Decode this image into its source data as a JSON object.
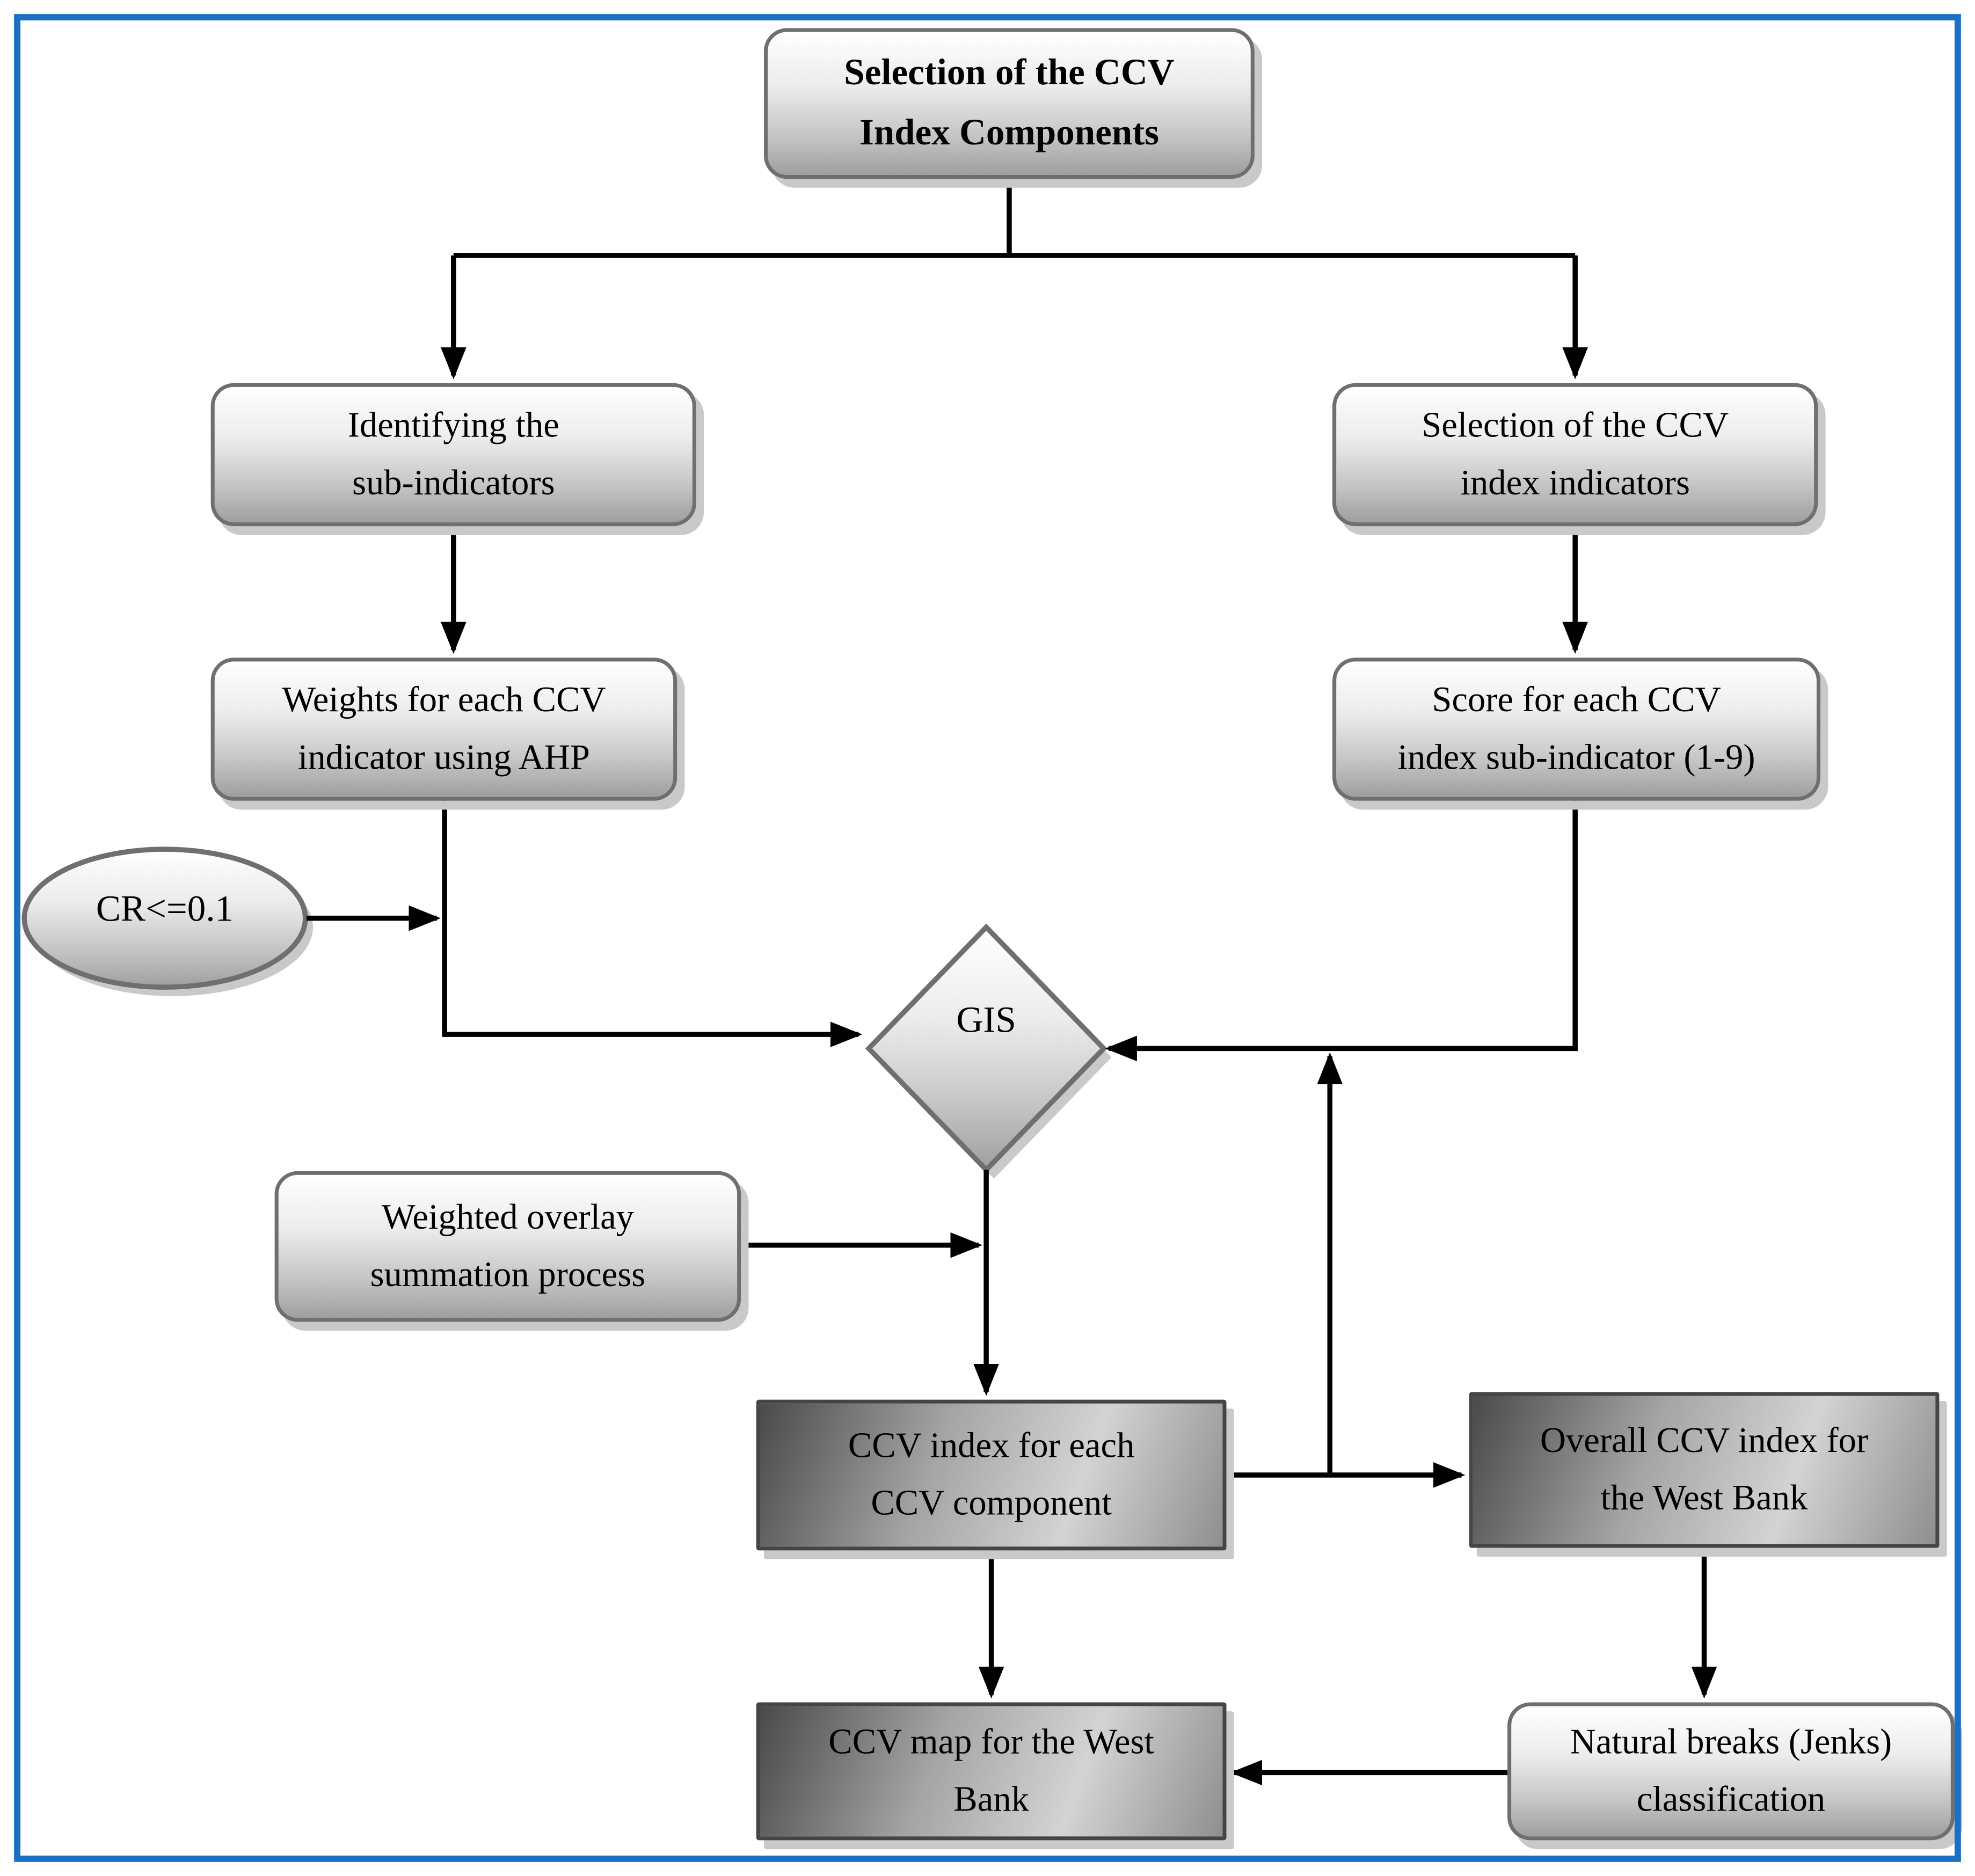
{
  "frame_color": "#1b70c4",
  "colors": {
    "connector": "#000000",
    "light_box_border": "#6f6f6f",
    "dark_box_border": "#454545",
    "light_gradient_top": "#ffffff",
    "light_gradient_bottom": "#9f9f9f",
    "dark_gradient_dark": "#4a4a4a",
    "dark_gradient_light": "#d3d3d3",
    "shadow": "#c9c9c9"
  },
  "nodes": {
    "top": {
      "line1": "Selection of the CCV",
      "line2": "Index Components"
    },
    "id_sub": {
      "line1": "Identifying the",
      "line2": "sub-indicators"
    },
    "sel_ind": {
      "line1": "Selection of the CCV",
      "line2": "index indicators"
    },
    "weights": {
      "line1": "Weights for each CCV",
      "line2": "indicator using AHP"
    },
    "score": {
      "line1": "Score for each CCV",
      "line2": "index sub-indicator (1-9)"
    },
    "cr": {
      "label": "CR<=0.1"
    },
    "gis": {
      "label": "GIS"
    },
    "weighted": {
      "line1": "Weighted overlay",
      "line2": "summation process"
    },
    "ccv_index": {
      "line1": "CCV index for each",
      "line2": "CCV component"
    },
    "overall": {
      "line1": "Overall CCV index for",
      "line2": "the West Bank"
    },
    "ccv_map": {
      "line1": "CCV map for the West",
      "line2": "Bank"
    },
    "jenks": {
      "line1": "Natural breaks (Jenks)",
      "line2": "classification"
    }
  },
  "edges": [
    {
      "from": "top",
      "to": "id_sub"
    },
    {
      "from": "top",
      "to": "sel_ind"
    },
    {
      "from": "id_sub",
      "to": "weights"
    },
    {
      "from": "sel_ind",
      "to": "score"
    },
    {
      "from": "weights",
      "to": "gis"
    },
    {
      "from": "cr",
      "to": "weights_to_gis_line"
    },
    {
      "from": "score",
      "to": "gis"
    },
    {
      "from": "gis",
      "to": "ccv_index"
    },
    {
      "from": "weighted",
      "to": "gis_to_ccv_index_line"
    },
    {
      "from": "ccv_index",
      "to": "overall"
    },
    {
      "from": "ccv_index_to_overall_line",
      "to": "gis"
    },
    {
      "from": "ccv_index",
      "to": "ccv_map"
    },
    {
      "from": "overall",
      "to": "jenks"
    },
    {
      "from": "jenks",
      "to": "ccv_map"
    }
  ]
}
